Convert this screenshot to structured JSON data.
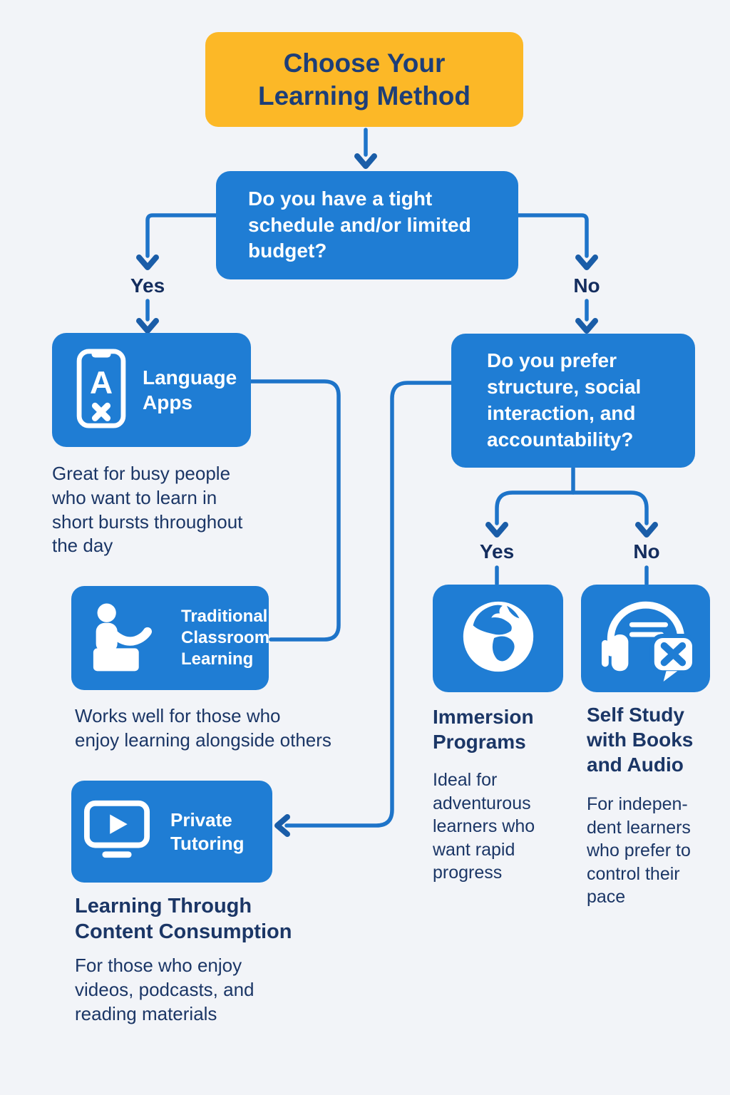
{
  "palette": {
    "background": "#f2f4f8",
    "box_blue": "#1f7dd4",
    "line_blue": "#1e74c9",
    "arrowhead_blue": "#1a5da8",
    "title_yellow": "#fcb827",
    "title_navy": "#1d3e78",
    "text_navy": "#1b3666",
    "label_navy": "#142d5e",
    "white": "#ffffff"
  },
  "title": {
    "text": "Choose Your\nLearning Method"
  },
  "decision1": {
    "question": "Do you have a tight\nschedule and/or limited\nbudget?",
    "yes_label": "Yes",
    "no_label": "No"
  },
  "branch_yes": {
    "language_apps": {
      "icon": "phone-translate-icon",
      "label": "Language\nApps",
      "description": "Great for busy people\nwho want to learn in\nshort bursts throughout\nthe day"
    },
    "classroom": {
      "icon": "teacher-icon",
      "label": "Traditional\nClassroom\nLearning",
      "description": "Works well for those who\nenjoy learning alongside others"
    },
    "tutoring": {
      "icon": "monitor-play-icon",
      "label": "Private\nTutoring",
      "heading": "Learning Through\nContent Consumption",
      "description": "For those who enjoy\nvideos, podcasts, and\nreading materials"
    }
  },
  "decision2": {
    "question": "Do you prefer\nstructure, social\ninteraction, and\naccountability?",
    "yes_label": "Yes",
    "no_label": "No"
  },
  "branch_no": {
    "immersion": {
      "icon": "globe-icon",
      "heading": "Immersion\nPrograms",
      "description": "Ideal for\nadventurous\nlearners who\nwant rapid\nprogress"
    },
    "self_study": {
      "icon": "headphones-chat-icon",
      "heading": "Self Study\nwith Books\nand Audio",
      "description": "For indepen-\ndent learners\nwho prefer to\ncontrol their\npace"
    }
  }
}
